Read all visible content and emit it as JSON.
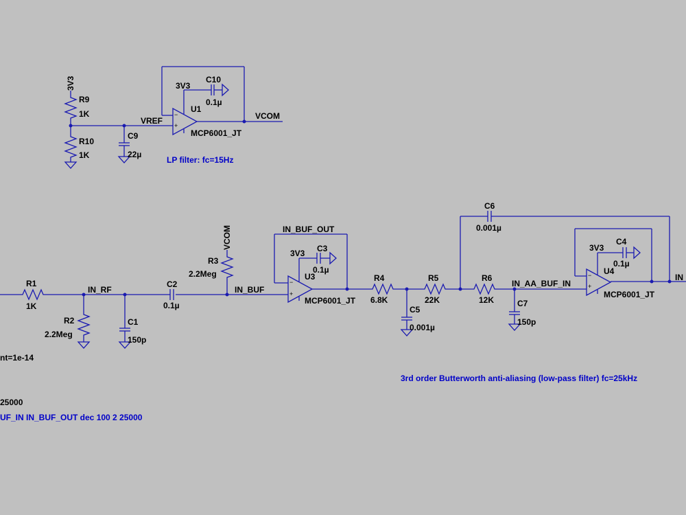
{
  "labels": {
    "r9": "R9",
    "r9_val": "1K",
    "r10": "R10",
    "r10_val": "1K",
    "v3v3_top": "3V3",
    "c9": "C9",
    "c9_val": "22µ",
    "vref": "VREF",
    "c10": "C10",
    "c10_val": "0.1µ",
    "v3v3_u1": "3V3",
    "u1": "U1",
    "u1_model": "MCP6001_JT",
    "vcom": "VCOM",
    "r1": "R1",
    "r1_val": "1K",
    "in_rf": "IN_RF",
    "r2": "R2",
    "r2_val": "2.2Meg",
    "c1": "C1",
    "c1_val": "150p",
    "c2": "C2",
    "c2_val": "0.1µ",
    "vcom_bias": "VCOM",
    "r3": "R3",
    "r3_val": "2.2Meg",
    "in_buf": "IN_BUF",
    "in_buf_out": "IN_BUF_OUT",
    "v3v3_u3": "3V3",
    "c3": "C3",
    "c3_val": "0.1µ",
    "u3": "U3",
    "u3_model": "MCP6001_JT",
    "r4": "R4",
    "r4_val": "6.8K",
    "c5": "C5",
    "c5_val": "0.001µ",
    "r5": "R5",
    "r5_val": "22K",
    "c6": "C6",
    "c6_val": "0.001µ",
    "r6": "R6",
    "r6_val": "12K",
    "in_aa_buf_in": "IN_AA_BUF_IN",
    "c7": "C7",
    "c7_val": "150p",
    "v3v3_u4": "3V3",
    "c4": "C4",
    "c4_val": "0.1µ",
    "u4": "U4",
    "u4_model": "MCP6001_JT",
    "in_right": "IN"
  },
  "directives": {
    "lp_filter": "LP filter: fc=15Hz",
    "butterworth": "3rd order Butterworth anti-aliasing (low-pass filter) fc=25kHz",
    "tran_fragment": "nt=1e-14",
    "ac_fragment": "25000",
    "meas_fragment": "UF_IN IN_BUF_OUT dec 100 2 25000"
  },
  "colors": {
    "background": "#c0c0c0",
    "wire": "#1a1ab0",
    "label_text": "#000000",
    "directive_text": "#0000c8"
  }
}
